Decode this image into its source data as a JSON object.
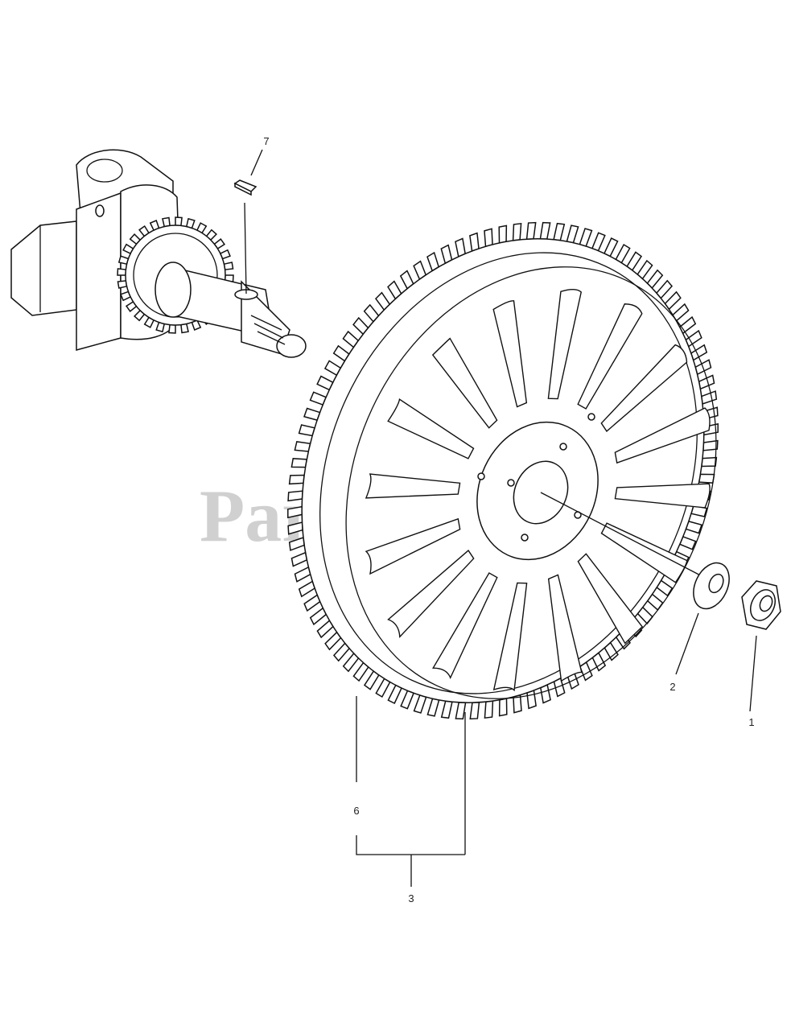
{
  "watermark": {
    "text": "PartsTree",
    "trademark": "™"
  },
  "callouts": [
    {
      "id": "part-1",
      "label": "1"
    },
    {
      "id": "part-2",
      "label": "2"
    },
    {
      "id": "part-3",
      "label": "3"
    },
    {
      "id": "part-6",
      "label": "6"
    },
    {
      "id": "part-7",
      "label": "7"
    }
  ],
  "parts": {
    "crankshaft": "crankshaft-assembly",
    "flywheel": "flywheel",
    "washer": "washer",
    "nut": "nut",
    "key": "woodruff-key"
  }
}
